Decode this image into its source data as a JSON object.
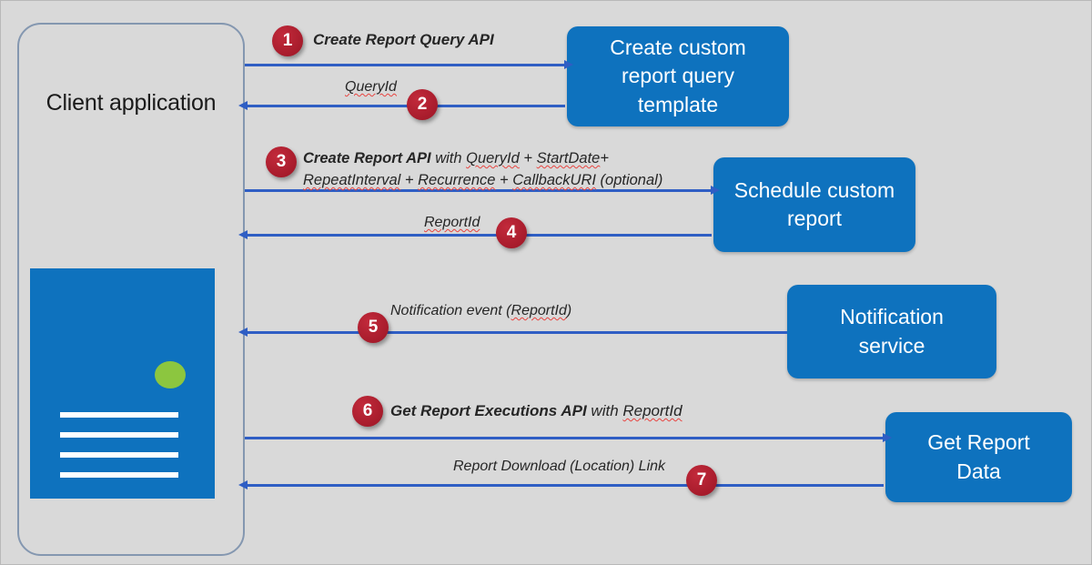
{
  "diagram": {
    "title": "Custom report API sequence diagram",
    "background_color": "#d9d9d9",
    "accent_blue": "#0e72be",
    "arrow_blue": "#2f5ec4",
    "badge_red": "#b3202f",
    "accent_green": "#8cc63f"
  },
  "client": {
    "label": "Client application",
    "icon_name": "report-document-icon"
  },
  "services": [
    {
      "id": "create-query-template",
      "label": "Create custom\nreport query\ntemplate"
    },
    {
      "id": "schedule-report",
      "label": "Schedule custom\nreport"
    },
    {
      "id": "notification-service",
      "label": "Notification\nservice"
    },
    {
      "id": "get-report-data",
      "label": "Get Report\nData"
    }
  ],
  "steps": [
    {
      "number": "1",
      "direction": "right",
      "label_bold": "Create Report Query API",
      "label_rest": "",
      "spellchecked": []
    },
    {
      "number": "2",
      "direction": "left",
      "label_bold": "",
      "label_rest": "QueryId",
      "spellchecked": [
        "QueryId"
      ]
    },
    {
      "number": "3",
      "direction": "right",
      "label_bold": "Create Report API",
      "label_rest": "with QueryId + StartDate+ RepeatInterval + Recurrence + CallbackURI  (optional)",
      "label_line1_rest": "with QueryId + StartDate+",
      "label_line2_rest": "RepeatInterval + Recurrence + CallbackURI  (optional)",
      "spellchecked": [
        "QueryId",
        "StartDate",
        "RepeatInterval",
        "Recurrence",
        "CallbackURI"
      ]
    },
    {
      "number": "4",
      "direction": "left",
      "label_bold": "",
      "label_rest": "ReportId",
      "spellchecked": [
        "ReportId"
      ]
    },
    {
      "number": "5",
      "direction": "left",
      "label_bold": "",
      "label_rest": "Notification event (ReportId)",
      "spellchecked": [
        "ReportId"
      ]
    },
    {
      "number": "6",
      "direction": "right",
      "label_bold": "Get Report Executions API",
      "label_rest": "with ReportId",
      "spellchecked": [
        "ReportId"
      ]
    },
    {
      "number": "7",
      "direction": "left",
      "label_bold": "",
      "label_rest": "Report Download (Location) Link",
      "spellchecked": []
    }
  ],
  "step_text": {
    "s1_bold": "Create Report Query API",
    "s2_queryid": "QueryId",
    "s3_bold": "Create Report API",
    "s3_with": "with ",
    "s3_queryid": "QueryId",
    "s3_plus1": " + ",
    "s3_startdate": "StartDate",
    "s3_plus2": "+",
    "s3_repeatinterval": "RepeatInterval",
    "s3_plus3": " + ",
    "s3_recurrence": "Recurrence",
    "s3_plus4": " + ",
    "s3_callbackuri": "CallbackURI",
    "s3_optional": "  (optional)",
    "s4_reportid": "ReportId",
    "s5_prefix": "Notification event (",
    "s5_reportid": "ReportId",
    "s5_suffix": ")",
    "s6_bold": "Get Report Executions API",
    "s6_with": " with ",
    "s6_reportid": "ReportId",
    "s7_label": "Report Download (Location) Link"
  }
}
